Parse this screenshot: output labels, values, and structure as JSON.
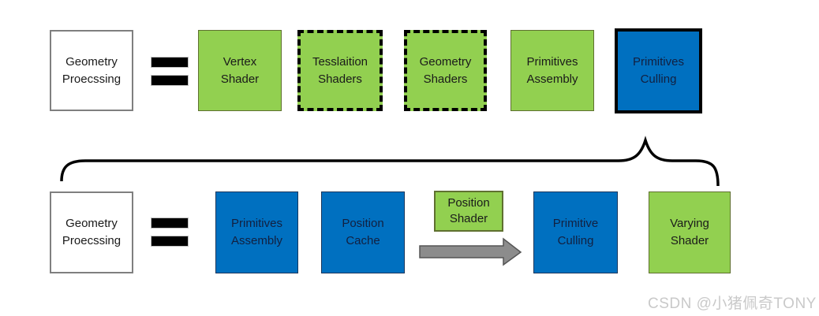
{
  "colors": {
    "green": "#92d050",
    "blue": "#0070c0",
    "black": "#000000",
    "box-border-gray": "#7f7f7f",
    "box-border-olive": "#5f7030",
    "box-border-navy": "#16365c",
    "arrow-fill": "#8c8c8c",
    "arrow-stroke": "#555555",
    "watermark": "#c9c9c9",
    "text": "#1a1a1a",
    "text-on-blue": "#122040"
  },
  "top_row": {
    "source": {
      "line1": "Geometry",
      "line2": "Proecssing"
    },
    "boxes": [
      {
        "id": "vertex-shader",
        "line1": "Vertex",
        "line2": "Shader"
      },
      {
        "id": "tessellation-shaders",
        "line1": "Tesslaition",
        "line2": "Shaders"
      },
      {
        "id": "geometry-shaders",
        "line1": "Geometry",
        "line2": "Shaders"
      },
      {
        "id": "primitives-assembly",
        "line1": "Primitives",
        "line2": "Assembly"
      },
      {
        "id": "primitives-culling",
        "line1": "Primitives",
        "line2": "Culling"
      }
    ]
  },
  "bottom_row": {
    "source": {
      "line1": "Geometry",
      "line2": "Proecssing"
    },
    "boxes": [
      {
        "id": "primitives-assembly",
        "line1": "Primitives",
        "line2": "Assembly"
      },
      {
        "id": "position-cache",
        "line1": "Position",
        "line2": "Cache"
      },
      {
        "id": "position-shader",
        "line1": "Position",
        "line2": "Shader"
      },
      {
        "id": "primitive-culling",
        "line1": "Primitive",
        "line2": "Culling"
      },
      {
        "id": "varying-shader",
        "line1": "Varying",
        "line2": "Shader"
      }
    ]
  },
  "watermark": "CSDN @小猪佩奇TONY"
}
